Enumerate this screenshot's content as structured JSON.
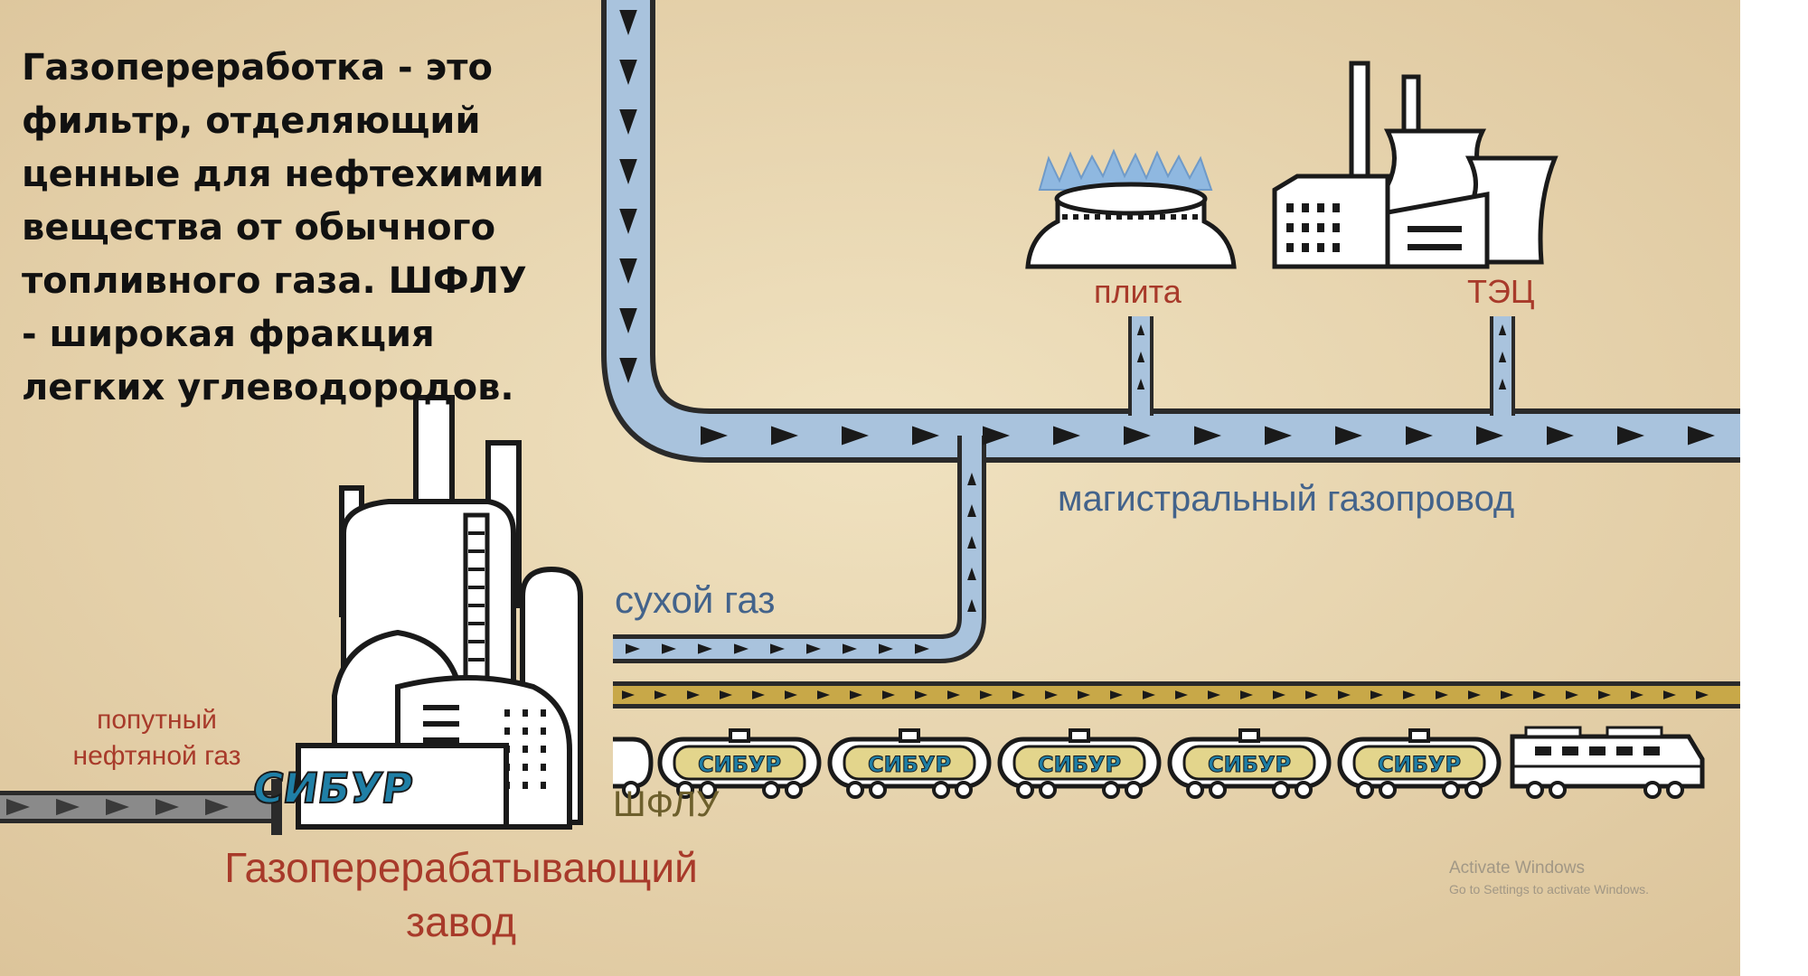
{
  "intro_text": "Газопереработка - это фильтр, отделяющий ценные для нефтехимии вещества от обычного топливного газа. ШФЛУ - широкая фракция легких углеводородов.",
  "labels": {
    "associated_gas_line1": "попутный",
    "associated_gas_line2": "нефтяной газ",
    "plant_line1": "Газоперерабатывающий",
    "plant_line2": "завод",
    "plant_logo": "СИБУР",
    "dry_gas": "сухой газ",
    "ngl": "ШФЛУ",
    "main_pipeline": "магистральный газопровод",
    "stove": "плита",
    "chp": "ТЭЦ",
    "tank_logo": "СИБУР"
  },
  "watermark": {
    "line1": "Activate Windows",
    "line2": "Go to Settings to activate Windows."
  },
  "colors": {
    "background": "#e8d6b0",
    "gas_pipe": "#a9c3dd",
    "ngl_pipe": "#c8a848",
    "feed_pipe": "#8a8a8a",
    "label_brown": "#a83a2a",
    "label_blue": "#43638b",
    "logo_teal": "#1f7fa6"
  },
  "icons": [
    "factory-icon",
    "gas-stove-icon",
    "power-plant-icon",
    "tank-car-icon",
    "locomotive-icon",
    "flow-arrow-icon"
  ],
  "tank_cars": 6
}
